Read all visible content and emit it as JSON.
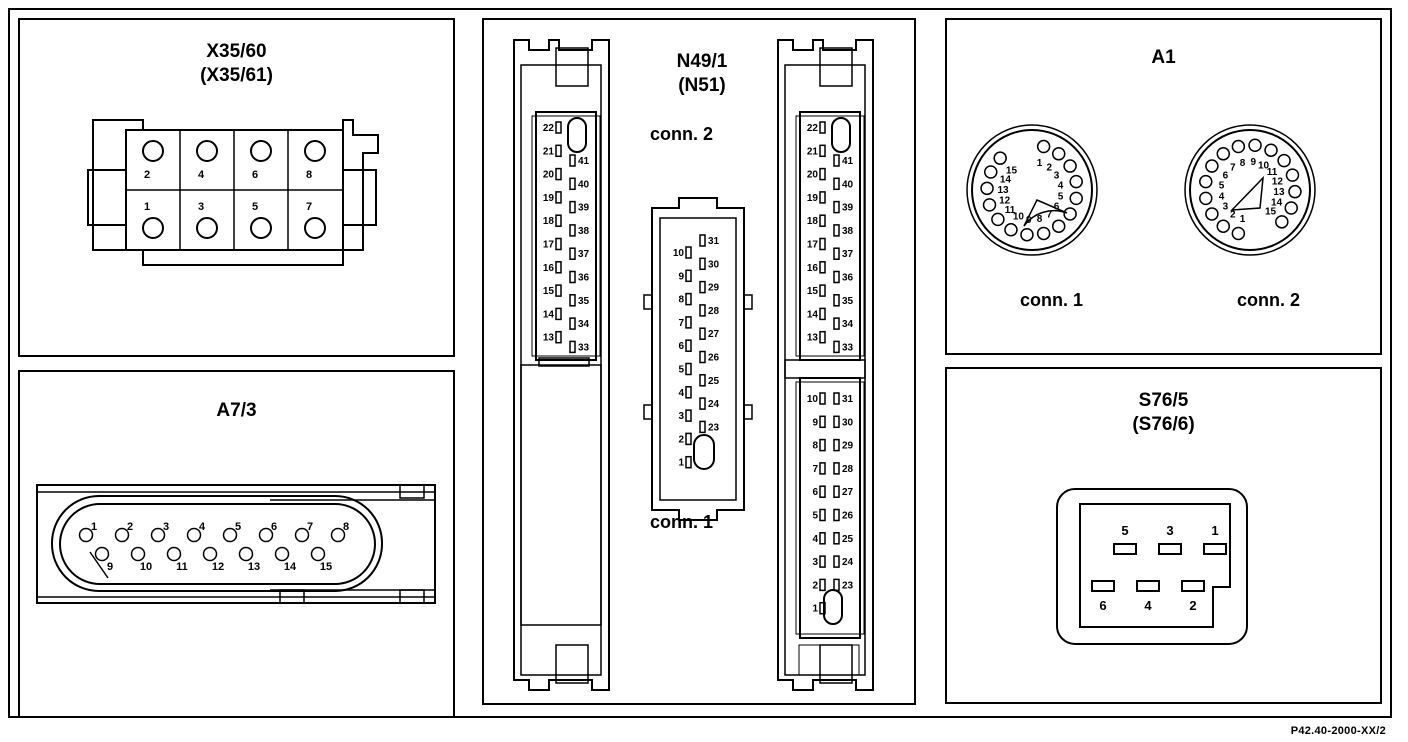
{
  "panels": {
    "x35": {
      "title": "X35/60",
      "subtitle": "(X35/61)"
    },
    "a73": {
      "title": "A7/3"
    },
    "n49": {
      "title": "N49/1",
      "subtitle": "(N51)",
      "conn2_label": "conn. 2",
      "conn1_label": "conn. 1"
    },
    "a1": {
      "title": "A1",
      "conn1_label": "conn. 1",
      "conn2_label": "conn. 2"
    },
    "s76": {
      "title": "S76/5",
      "subtitle": "(S76/6)"
    }
  },
  "pins": {
    "x35_top": [
      "2",
      "4",
      "6",
      "8"
    ],
    "x35_bottom": [
      "1",
      "3",
      "5",
      "7"
    ],
    "a73_top": [
      "1",
      "2",
      "3",
      "4",
      "5",
      "6",
      "7",
      "8"
    ],
    "a73_bottom": [
      "9",
      "10",
      "11",
      "12",
      "13",
      "14",
      "15"
    ],
    "n49_conn2_left": [
      "22",
      "21",
      "20",
      "19",
      "18",
      "17",
      "16",
      "15",
      "14",
      "13"
    ],
    "n49_conn2_right": [
      "41",
      "40",
      "39",
      "38",
      "37",
      "36",
      "35",
      "34",
      "33"
    ],
    "n49_conn1_left": [
      "10",
      "9",
      "8",
      "7",
      "6",
      "5",
      "4",
      "3",
      "2",
      "1"
    ],
    "n49_conn1_right": [
      "31",
      "30",
      "29",
      "28",
      "27",
      "26",
      "25",
      "24",
      "23"
    ],
    "a1_conn1": [
      "1",
      "2",
      "3",
      "4",
      "5",
      "6",
      "7",
      "8",
      "9",
      "10",
      "11",
      "12",
      "13",
      "14",
      "15"
    ],
    "a1_conn2": [
      "1",
      "2",
      "3",
      "4",
      "5",
      "6",
      "7",
      "8",
      "9",
      "10",
      "11",
      "12",
      "13",
      "14",
      "15"
    ],
    "s76_top": [
      "5",
      "3",
      "1"
    ],
    "s76_bottom": [
      "6",
      "4",
      "2"
    ]
  },
  "figure_code": "P42.40-2000-XX/2"
}
